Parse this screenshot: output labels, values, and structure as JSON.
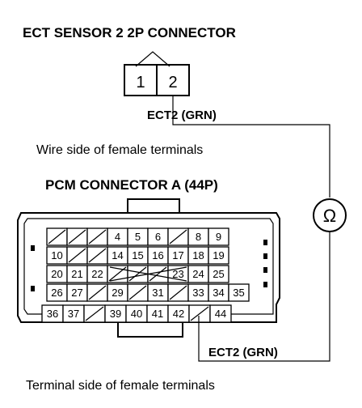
{
  "ect_connector": {
    "title": "ECT SENSOR 2 2P CONNECTOR",
    "pins": [
      "1",
      "2"
    ],
    "wire_label": "ECT2 (GRN)",
    "caption": "Wire side of female terminals"
  },
  "pcm_connector": {
    "title": "PCM CONNECTOR A (44P)",
    "wire_label": "ECT2 (GRN)",
    "caption": "Terminal side of female terminals",
    "rows": [
      [
        "",
        "",
        "",
        "4",
        "5",
        "6",
        "",
        "8",
        "9"
      ],
      [
        "10",
        "",
        "",
        "14",
        "15",
        "16",
        "17",
        "18",
        "19"
      ],
      [
        "20",
        "21",
        "22",
        "",
        "",
        "",
        "23",
        "24",
        "25"
      ],
      [
        "26",
        "27",
        "",
        "29",
        "",
        "31",
        "",
        "33",
        "34",
        "35"
      ],
      [
        "36",
        "37",
        "",
        "39",
        "40",
        "41",
        "42",
        "",
        "44"
      ]
    ]
  },
  "meter": {
    "symbol": "Ω",
    "icon": "ohmmeter-icon"
  }
}
